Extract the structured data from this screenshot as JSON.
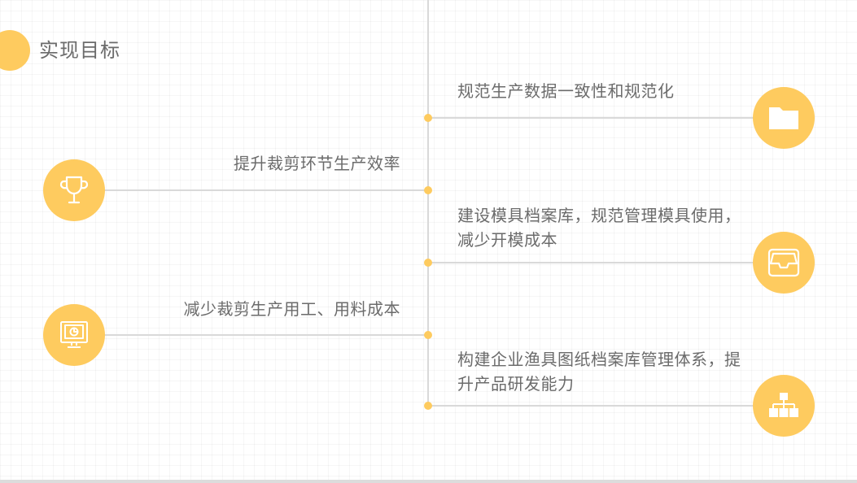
{
  "slide": {
    "title": "实现目标",
    "accent_color": "#fecb5f",
    "line_color": "#d9d9d9",
    "text_color": "#6b6b6b"
  },
  "goals": [
    {
      "side": "right",
      "text": "规范生产数据一致性和规范化",
      "icon": "folder-icon"
    },
    {
      "side": "left",
      "text": "提升裁剪环节生产效率",
      "icon": "trophy-icon"
    },
    {
      "side": "right",
      "text": "建设模具档案库，规范管理模具使用，减少开模成本",
      "lines": [
        "建设模具档案库，规范管理模具使用，",
        "减少开模成本"
      ],
      "icon": "inbox-tray-icon"
    },
    {
      "side": "left",
      "text": "减少裁剪生产用工、用料成本",
      "icon": "monitor-chart-icon"
    },
    {
      "side": "right",
      "text": "构建企业渔具图纸档案库管理体系，提升产品研发能力",
      "lines": [
        "构建企业渔具图纸档案库管理体系，提",
        "升产品研发能力"
      ],
      "icon": "org-chart-icon"
    }
  ]
}
